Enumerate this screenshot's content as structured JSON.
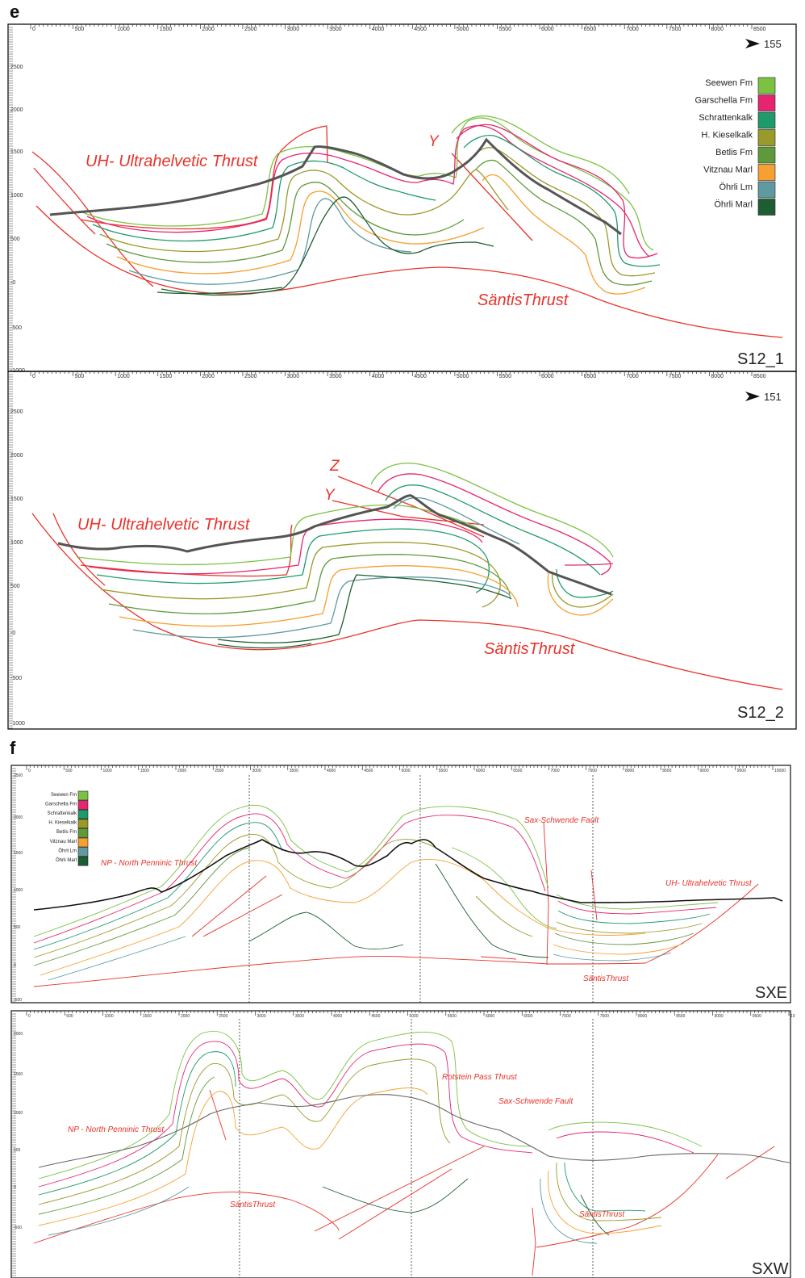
{
  "panel_e": {
    "label": "e",
    "legend": [
      {
        "name": "Seewen Fm",
        "color": "#7cc242"
      },
      {
        "name": "Garschella Fm",
        "color": "#e5256f"
      },
      {
        "name": "Schrattenkalk",
        "color": "#1f9a6a"
      },
      {
        "name": "H. Kieselkalk",
        "color": "#9a9a2a"
      },
      {
        "name": "Betlis Fm",
        "color": "#5f9a3a"
      },
      {
        "name": "Vitznau Marl",
        "color": "#f5a030"
      },
      {
        "name": "Öhrli Lm",
        "color": "#5e9aa0"
      },
      {
        "name": "Öhrli Marl",
        "color": "#1c5e32"
      }
    ],
    "x_ticks": [
      "0",
      "500",
      "1000",
      "1500",
      "2000",
      "2500",
      "3000",
      "3500",
      "4000",
      "4500",
      "5000",
      "5500",
      "6000",
      "6500",
      "7000",
      "7500",
      "8000",
      "8500"
    ],
    "y_ticks": [
      "2500",
      "2000",
      "1500",
      "1000",
      "500",
      "-0",
      "-500",
      "-1000"
    ],
    "sections": [
      {
        "name": "S12_1",
        "azimuth": "155",
        "labels": {
          "uh": "UH- Ultrahelvetic Thrust",
          "santis": "SäntisThrust",
          "y": "Y"
        }
      },
      {
        "name": "S12_2",
        "azimuth": "151",
        "labels": {
          "uh": "UH- Ultrahelvetic Thrust",
          "santis": "SäntisThrust",
          "y": "Y",
          "z": "Z"
        }
      }
    ]
  },
  "panel_f": {
    "label": "f",
    "legend": [
      {
        "name": "Seewen Fm",
        "color": "#7cc242"
      },
      {
        "name": "Garschella Fm",
        "color": "#e5256f"
      },
      {
        "name": "Schrattenkalk",
        "color": "#1f9a6a"
      },
      {
        "name": "H. Kieselkalk",
        "color": "#9a9a2a"
      },
      {
        "name": "Betlis Fm",
        "color": "#5f9a3a"
      },
      {
        "name": "Vitznau Marl",
        "color": "#f5a030"
      },
      {
        "name": "Öhrli Lm",
        "color": "#5e9aa0"
      },
      {
        "name": "Öhrli Marl",
        "color": "#1c5e32"
      }
    ],
    "x_ticks_top": [
      "0",
      "500",
      "1000",
      "1500",
      "2000",
      "2500",
      "3000",
      "3500",
      "4000",
      "4500",
      "5000",
      "5500",
      "6000",
      "6500",
      "7000",
      "7500",
      "8000",
      "8500",
      "9000",
      "9500",
      "10000"
    ],
    "x_ticks_bottom": [
      "0",
      "500",
      "1000",
      "1500",
      "2000",
      "2500",
      "3000",
      "3500",
      "4000",
      "4500",
      "5000",
      "5500",
      "6000",
      "6500",
      "7000",
      "7500",
      "8000",
      "8500",
      "9000",
      "9500",
      "10"
    ],
    "y_ticks": [
      "2500",
      "2000",
      "1500",
      "1000",
      "500",
      "0",
      "-500"
    ],
    "y_ticks_bottom": [
      "2000",
      "1500",
      "1000",
      "500",
      "0",
      "-500"
    ],
    "sections": [
      {
        "name": "SXE",
        "labels": {
          "np": "NP - North Penninic Thrust",
          "sax": "Sax-Schwende Fault",
          "uh": "UH- Ultrahelvetic Thrust",
          "santis": "SäntisThrust"
        }
      },
      {
        "name": "SXW",
        "labels": {
          "np": "NP - North Penninic Thrust",
          "rot": "Rotstein Pass Thrust",
          "sax": "Sax-Schwende Fault",
          "santis1": "SäntisThrust",
          "santis2": "SäntisThrust"
        }
      }
    ]
  }
}
